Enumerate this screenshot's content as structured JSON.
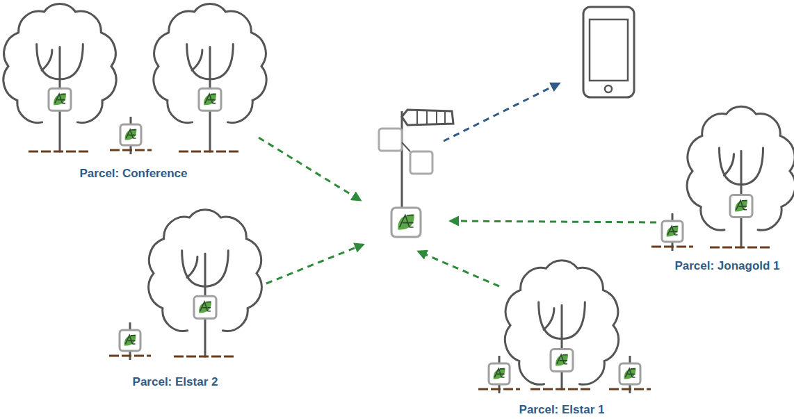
{
  "diagram": {
    "labels": [
      "Parcel: Conference",
      "Parcel: Elstar 2",
      "Parcel: Jonagold 1",
      "Parcel: Elstar 1"
    ]
  }
}
